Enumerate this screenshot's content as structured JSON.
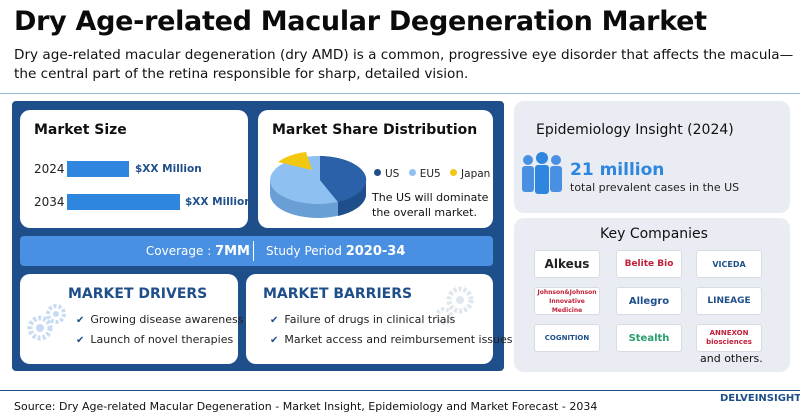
{
  "header": {
    "title": "Dry Age-related Macular Degeneration Market",
    "intro": "Dry age-related macular degeneration (dry AMD) is a common, progressive eye disorder that affects the macula—the central part of the retina responsible for sharp, detailed vision."
  },
  "market_size": {
    "title": "Market Size",
    "rows": [
      {
        "year": "2024",
        "value": "$XX Million"
      },
      {
        "year": "2034",
        "value": "$XX Million"
      }
    ]
  },
  "market_share": {
    "title": "Market Share Distribution",
    "legend": [
      {
        "label": "US",
        "color": "#1f4f8b"
      },
      {
        "label": "EU5",
        "color": "#8ec1f2"
      },
      {
        "label": "Japan",
        "color": "#f2c811"
      }
    ],
    "note": "The US will dominate the overall market."
  },
  "coverage": {
    "coverage_label": "Coverage :",
    "coverage_value": "7MM",
    "period_label": "Study Period",
    "period_value": "2020-34"
  },
  "drivers": {
    "title": "MARKET DRIVERS",
    "items": [
      "Growing disease awareness",
      "Launch of novel therapies"
    ]
  },
  "barriers": {
    "title": "MARKET BARRIERS",
    "items": [
      "Failure of drugs in clinical trials",
      "Market access and reimbursement issues"
    ]
  },
  "epidemiology": {
    "title": "Epidemiology Insight (2024)",
    "number": "21 million",
    "subtitle": "total prevalent cases in the US"
  },
  "companies": {
    "title": "Key Companies",
    "logos": [
      "Alkeus",
      "Belite Bio",
      "VICEDA",
      "Johnson&Johnson Innovative Medicine",
      "Allegro",
      "LINEAGE",
      "COGNITION",
      "Stealth",
      "ANNEXON biosciences"
    ],
    "others": "and others."
  },
  "footer": {
    "source": "Source: Dry Age-related Macular Degeneration - Market Insight, Epidemiology and Market Forecast - 2034",
    "brand": "DELVEINSIGHT"
  },
  "colors": {
    "navy": "#1f4f8b",
    "accent_blue": "#2e86de",
    "light_blue": "#8ec1f2",
    "yellow": "#f2c811"
  }
}
